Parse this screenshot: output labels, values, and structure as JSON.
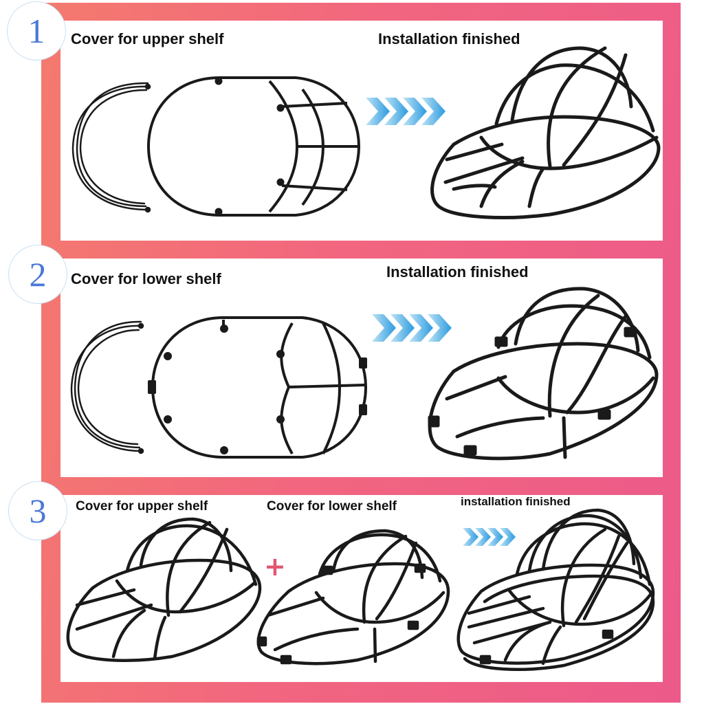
{
  "steps": [
    {
      "number": "1",
      "left_label": "Cover for upper shelf",
      "right_label": "Installation finished"
    },
    {
      "number": "2",
      "left_label": "Cover for lower shelf",
      "right_label": "Installation finished"
    },
    {
      "number": "3",
      "left_label": "Cover for upper shelf",
      "middle_label": "Cover for lower shelf",
      "right_label": "installation finished",
      "plus_sign": "+"
    }
  ],
  "colors": {
    "frame": "#f2667f",
    "badge_numeral": "#4a78d8",
    "arrow_light": "#bfe3f5",
    "arrow_dark": "#2b9be0",
    "plus": "#e2566f",
    "wire": "#1a1a1a"
  }
}
